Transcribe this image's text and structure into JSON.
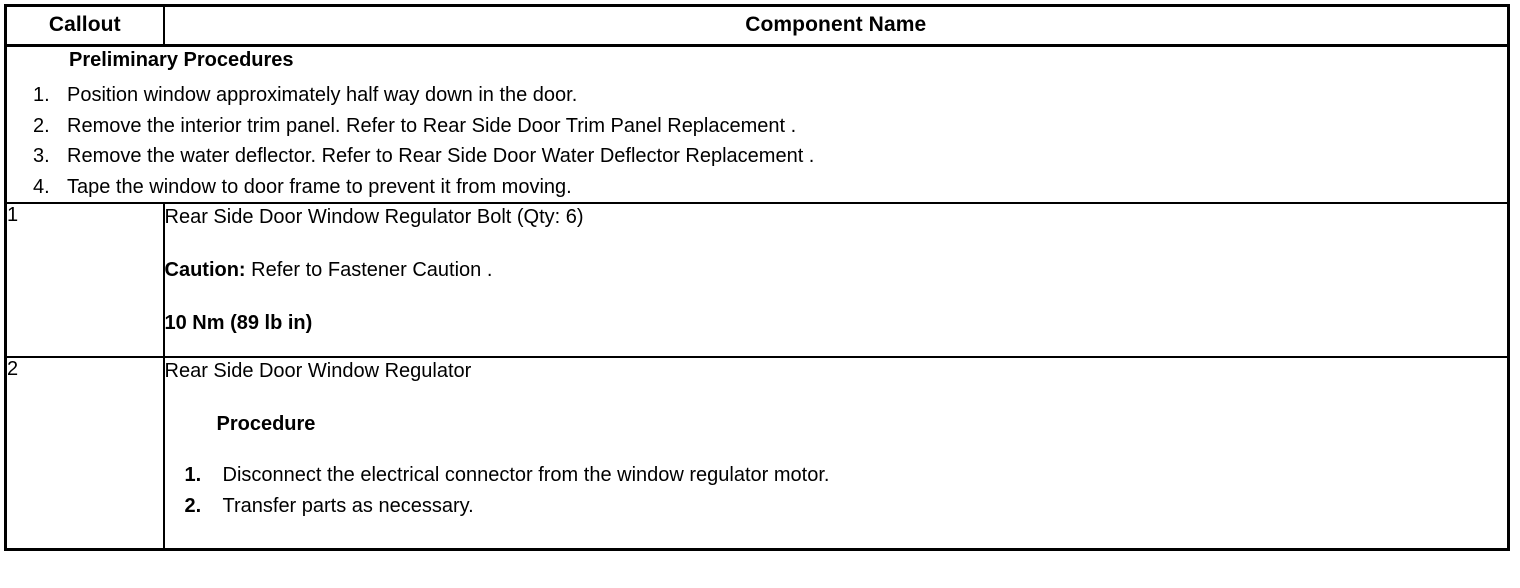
{
  "table": {
    "columns": [
      {
        "key": "callout",
        "label": "Callout"
      },
      {
        "key": "component",
        "label": "Component Name"
      }
    ],
    "preliminary": {
      "title": "Preliminary Procedures",
      "steps": [
        {
          "num": "1.",
          "text": "Position window approximately half way down in the door."
        },
        {
          "num": "2.",
          "text": "Remove the interior trim panel. Refer to Rear Side Door Trim Panel Replacement ."
        },
        {
          "num": "3.",
          "text": "Remove the water deflector. Refer to Rear Side Door Water Deflector Replacement ."
        },
        {
          "num": "4.",
          "text": "Tape the window to door frame to prevent it from moving."
        }
      ]
    },
    "rows": [
      {
        "callout": "1",
        "component_name": "Rear Side Door Window Regulator Bolt (Qty: 6)",
        "caution_label": "Caution:",
        "caution_text": " Refer to Fastener Caution .",
        "torque": "10 Nm (89 lb in)"
      },
      {
        "callout": "2",
        "component_name": "Rear Side Door Window Regulator",
        "procedure_title": "Procedure",
        "procedure_steps": [
          {
            "num": "1.",
            "text": "Disconnect the electrical connector from the window regulator motor."
          },
          {
            "num": "2.",
            "text": "Transfer parts as necessary."
          }
        ]
      }
    ]
  },
  "colors": {
    "border": "#000000",
    "text": "#000000",
    "background": "#ffffff"
  }
}
